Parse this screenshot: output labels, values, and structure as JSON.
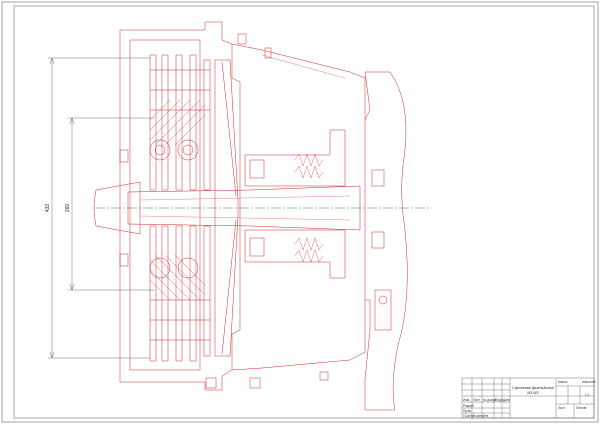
{
  "drawing": {
    "dimension_outer": "432",
    "dimension_inner": "260"
  },
  "title_block": {
    "title_line1": "Сцепление ДизельКолоп",
    "title_line2": "МЗ-6/3",
    "sheet_label": "Лист",
    "sheets_label": "Листов",
    "scale_label": "Масштаб",
    "scale_value": "1:1",
    "mass_label": "Масса",
    "row_labels": [
      "Изм.",
      "Лист",
      "№ докум.",
      "Подп.",
      "Дата"
    ],
    "role_labels": [
      "Разраб.",
      "Пров.",
      "Т.контр.",
      "Н.контр.",
      "Утв."
    ]
  },
  "colors": {
    "line": "#cc2a2a",
    "center": "#2a8a2a",
    "dim": "#333333",
    "frame": "#555555"
  }
}
